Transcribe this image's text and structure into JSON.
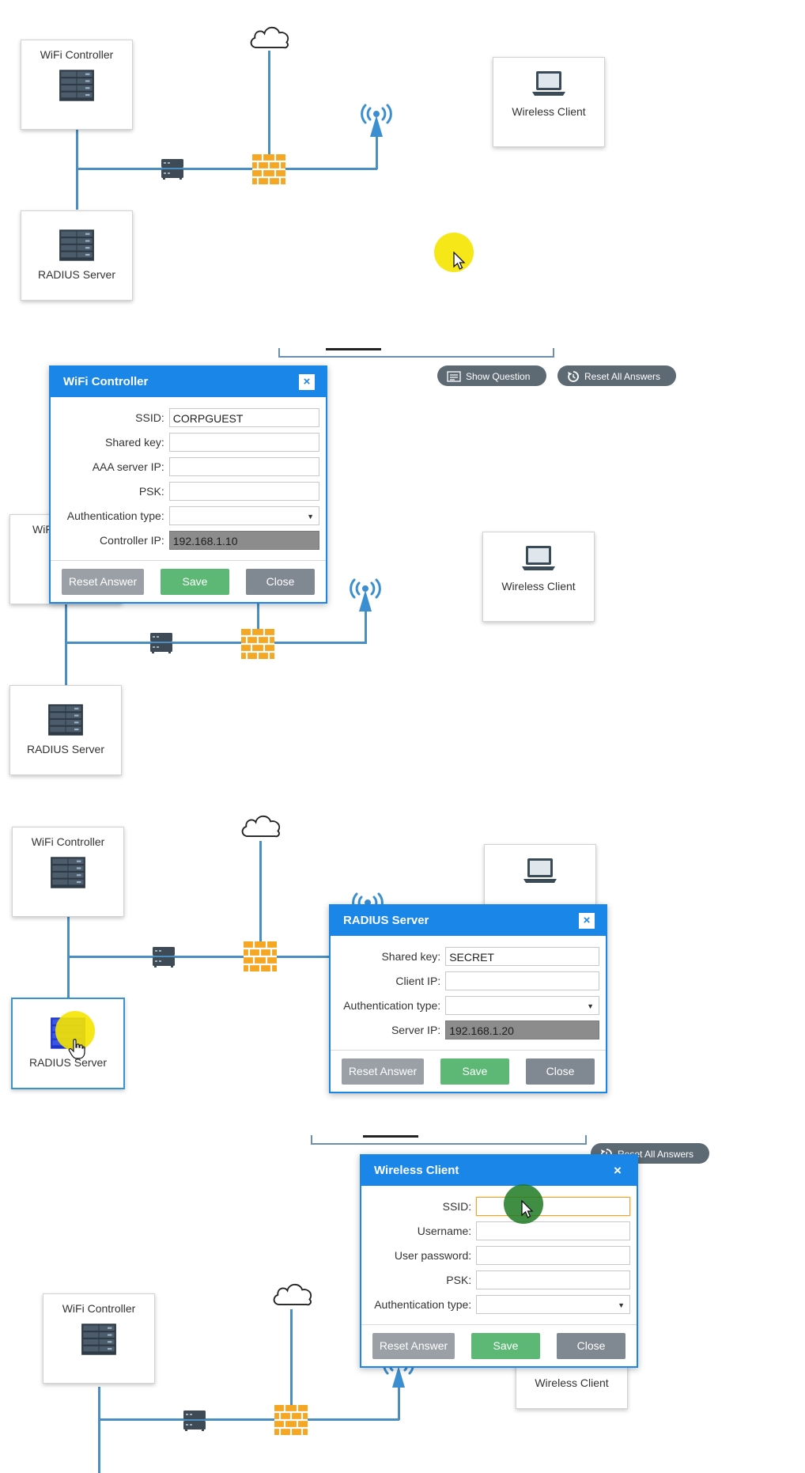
{
  "nodes": {
    "wifi_controller": "WiFi Controller",
    "radius_server": "RADIUS Server",
    "wireless_client": "Wireless Client",
    "wifi_controller_partial": "WiF"
  },
  "toolbar": {
    "show_question": "Show Question",
    "reset_all": "Reset All Answers",
    "reset_all_partial": "Reset All Answers"
  },
  "dialogs": {
    "wifi_controller": {
      "title": "WiFi Controller",
      "close_icon": "×",
      "fields": {
        "ssid_label": "SSID:",
        "ssid_value": "CORPGUEST",
        "shared_key_label": "Shared key:",
        "shared_key_value": "",
        "aaa_label": "AAA server IP:",
        "aaa_value": "",
        "psk_label": "PSK:",
        "psk_value": "",
        "auth_label": "Authentication type:",
        "auth_value": "",
        "controller_ip_label": "Controller IP:",
        "controller_ip_value": "192.168.1.10"
      },
      "buttons": {
        "reset": "Reset Answer",
        "save": "Save",
        "close": "Close"
      }
    },
    "radius_server": {
      "title": "RADIUS Server",
      "close_icon": "×",
      "fields": {
        "shared_key_label": "Shared key:",
        "shared_key_value": "SECRET",
        "client_ip_label": "Client IP:",
        "client_ip_value": "",
        "auth_label": "Authentication type:",
        "auth_value": "",
        "server_ip_label": "Server IP:",
        "server_ip_value": "192.168.1.20"
      },
      "buttons": {
        "reset": "Reset Answer",
        "save": "Save",
        "close": "Close"
      }
    },
    "wireless_client": {
      "title": "Wireless Client",
      "close_icon": "×",
      "fields": {
        "ssid_label": "SSID:",
        "ssid_value": "",
        "username_label": "Username:",
        "username_value": "",
        "password_label": "User password:",
        "password_value": "",
        "psk_label": "PSK:",
        "psk_value": "",
        "auth_label": "Authentication type:",
        "auth_value": ""
      },
      "buttons": {
        "reset": "Reset Answer",
        "save": "Save",
        "close": "Close"
      }
    }
  },
  "icons": {
    "cloud": "cloud-icon",
    "firewall": "firewall-icon",
    "switch": "switch-icon",
    "access_point": "access-point-icon",
    "server": "server-icon",
    "laptop": "laptop-icon",
    "cursor": "cursor-icon",
    "reset": "reset-icon",
    "document": "document-icon"
  },
  "colors": {
    "wire": "#4a8ec2",
    "dialog_header": "#1a86e8",
    "save": "#5cb874",
    "close": "#808891",
    "reset": "#9aa0a6",
    "firewall": "#f5a623",
    "highlight": "#f5e400"
  }
}
